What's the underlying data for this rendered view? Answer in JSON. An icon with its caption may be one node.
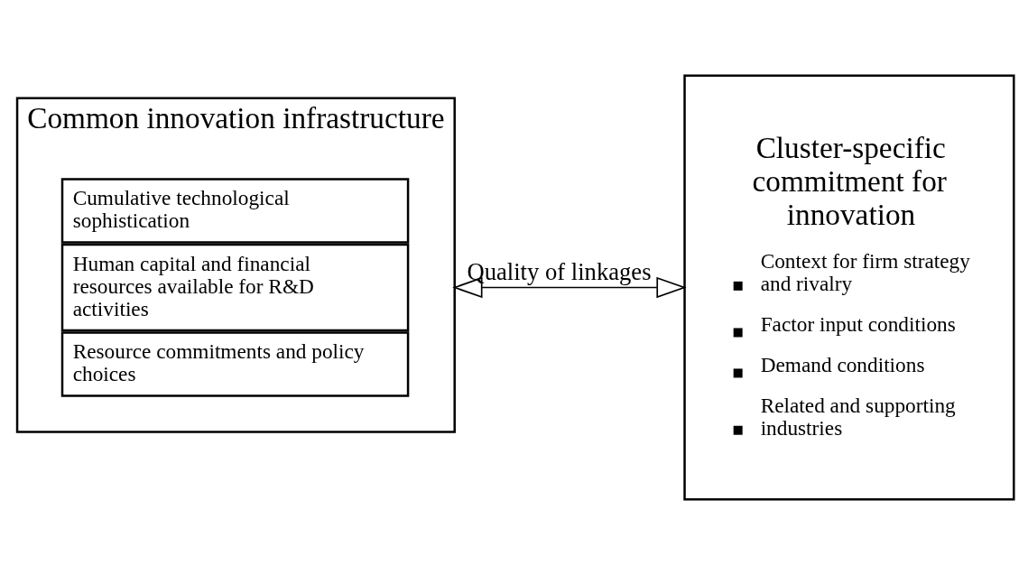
{
  "diagram": {
    "nodes": [
      {
        "text": [
          "Common innovation infrastructure"
        ]
      },
      {
        "text": [
          "Cumulative technological sophistication"
        ],
        "in": 0
      },
      {
        "text": [
          "Human capital and financial resources available for R&D activities"
        ],
        "in": 0
      },
      {
        "text": [
          "Resource commitments and policy choices"
        ],
        "in": 0
      },
      {
        "text": [
          "Cluster-specific commitment for innovation",
          "Context for firm strategy and rivalry",
          "Factor input conditions",
          "Demand conditions",
          "Related and supporting industries"
        ]
      }
    ],
    "edges": [
      {
        "from": 0,
        "to": 4,
        "arrow": "both",
        "label": "Quality of linkages"
      }
    ]
  }
}
